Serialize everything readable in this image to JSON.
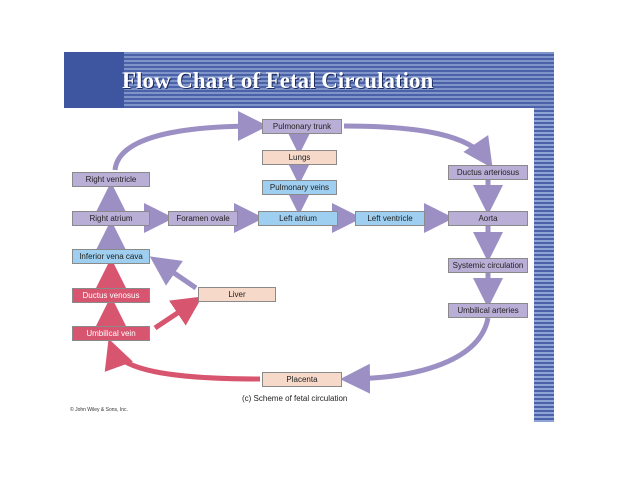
{
  "title": "Flow Chart of Fetal Circulation",
  "nodes": {
    "pulmonary_trunk": "Pulmonary trunk",
    "lungs": "Lungs",
    "pulmonary_veins": "Pulmonary veins",
    "right_ventricle": "Right ventricle",
    "ductus_arteriosus": "Ductus arteriosus",
    "right_atrium": "Right atrium",
    "foramen_ovale": "Foramen ovale",
    "left_atrium": "Left atrium",
    "left_ventricle": "Left ventricle",
    "aorta": "Aorta",
    "inferior_vena_cava": "Inferior vena cava",
    "systemic_circulation": "Systemic circulation",
    "ductus_venosus": "Ductus venosus",
    "liver": "Liver",
    "umbilical_arteries": "Umbilical arteries",
    "umbilical_vein": "Umbilical vein",
    "placenta": "Placenta"
  },
  "caption": "(c) Scheme of fetal circulation",
  "copyright": "© John Wiley & Sons, Inc.",
  "colors": {
    "header": "#4b62a8",
    "purple_box": "#b9aed6",
    "blue_box": "#9ecff0",
    "peach_box": "#f6d9c9",
    "red_box": "#d8556f",
    "purple_arrow": "#9b8fc4",
    "red_arrow": "#d8556f"
  }
}
